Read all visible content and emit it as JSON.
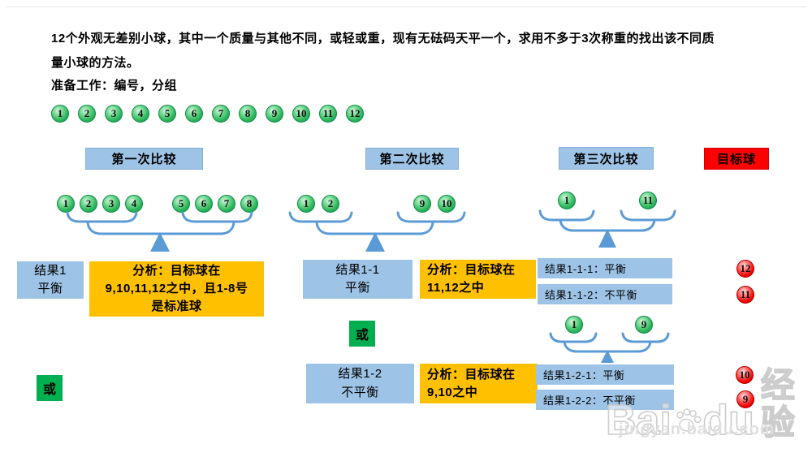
{
  "problem": {
    "line1": "12个外观无差别小球，其中一个质量与其他不同，或轻或重，现有无砝码天平一个，求用不多于3次称重的找出该不同质",
    "line2": "量小球的方法。",
    "prep": "准备工作：编号，分组"
  },
  "prep_balls": [
    "1",
    "2",
    "3",
    "4",
    "5",
    "6",
    "7",
    "8",
    "9",
    "10",
    "11",
    "12"
  ],
  "headers": {
    "first": "第一次比较",
    "second": "第二次比较",
    "third": "第三次比较",
    "target": "目标球"
  },
  "scales": {
    "first": {
      "left": [
        "1",
        "2",
        "3",
        "4"
      ],
      "right": [
        "5",
        "6",
        "7",
        "8"
      ]
    },
    "second": {
      "left": [
        "1",
        "2"
      ],
      "right": [
        "9",
        "10"
      ]
    },
    "third_upper": {
      "left": [
        "1"
      ],
      "right": [
        "11"
      ]
    },
    "third_lower": {
      "left": [
        "1"
      ],
      "right": [
        "9"
      ]
    }
  },
  "results": {
    "r1": {
      "line1": "结果1",
      "line2": "平衡"
    },
    "a1": {
      "line1": "分析：目标球在",
      "line2": "9,10,11,12之中，且1-8号",
      "line3": "是标准球"
    },
    "r11": {
      "line1": "结果1-1",
      "line2": "平衡"
    },
    "a11": {
      "line1": "分析：目标球在",
      "line2": "11,12之中"
    },
    "r111": "结果1-1-1：平衡",
    "r112": "结果1-1-2：不平衡",
    "r12": {
      "line1": "结果1-2",
      "line2": "不平衡"
    },
    "a12": {
      "line1": "分析：目标球在",
      "line2": "9,10之中"
    },
    "r121": "结果1-2-1：平衡",
    "r122": "结果1-2-2：不平衡"
  },
  "or_label": "或",
  "target_balls": [
    "12",
    "11",
    "10",
    "9"
  ],
  "watermark": {
    "brand_left": "Bai",
    "brand_right": "du",
    "brand_suffix": "经验",
    "url": "jingyan.baidu.com"
  },
  "colors": {
    "box_blue": "#9dc3e6",
    "box_orange": "#ffc000",
    "box_green": "#00b050",
    "box_red": "#fe0000",
    "ball_green": "#2eb85c",
    "ball_red": "#f20000",
    "scale_blue": "#5b9bd5"
  }
}
